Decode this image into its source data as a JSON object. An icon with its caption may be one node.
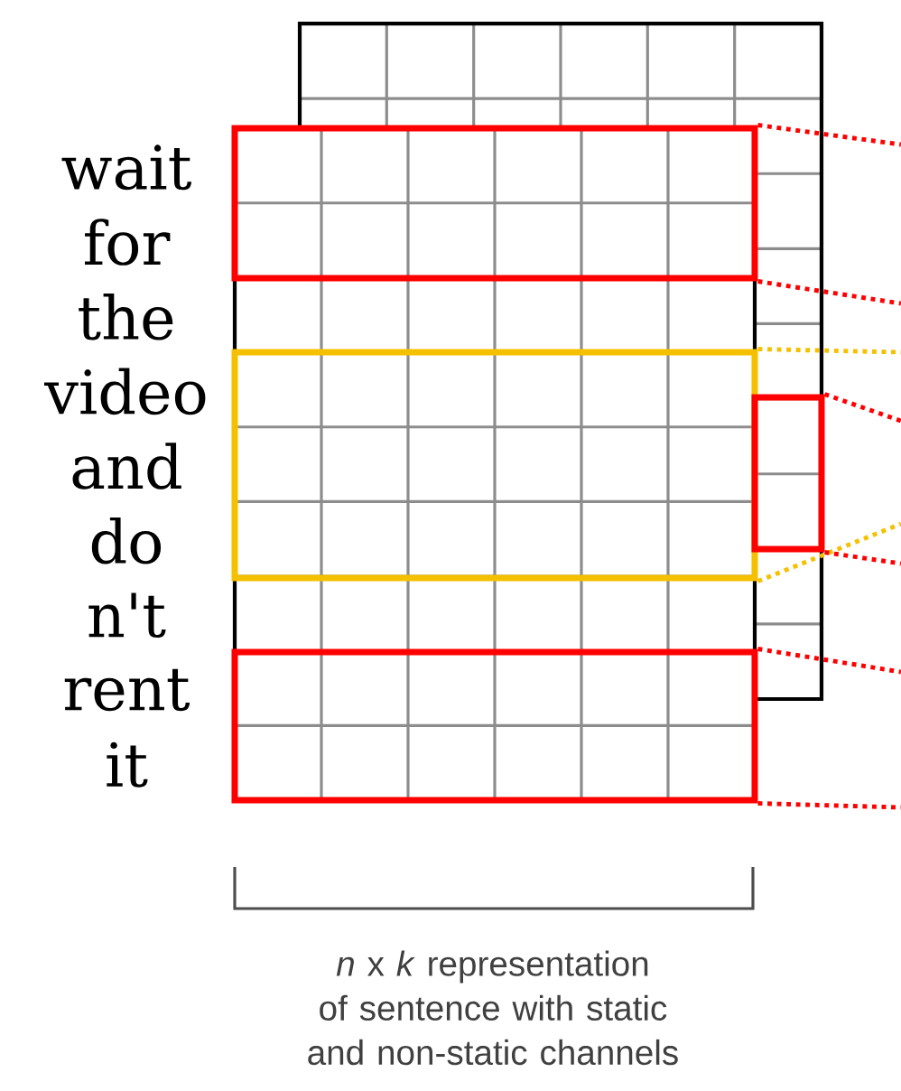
{
  "diagram": {
    "caption": "*n* x *k* representation of sentence with static and non-static channels",
    "nodes": [
      {
        "text": [],
        "shape": "box"
      },
      {
        "text": [],
        "shape": "box"
      },
      {
        "text": [],
        "shape": "box"
      },
      {
        "text": [],
        "shape": "box"
      }
    ],
    "edges": [
      {
        "from": 0,
        "to": null,
        "arrow": "none",
        "style": "dashed"
      },
      {
        "from": 0,
        "to": null,
        "arrow": "none",
        "style": "dashed"
      },
      {
        "from": 1,
        "to": null,
        "arrow": "none",
        "style": "dashed",
        "color": "#f5c000"
      },
      {
        "from": 1,
        "to": null,
        "arrow": "none",
        "style": "dashed",
        "color": "#f5c000"
      },
      {
        "from": 2,
        "to": null,
        "arrow": "none",
        "style": "dashed"
      },
      {
        "from": 2,
        "to": null,
        "arrow": "none",
        "style": "dashed"
      },
      {
        "from": 3,
        "to": null,
        "arrow": "none",
        "style": "dashed"
      },
      {
        "from": 3,
        "to": null,
        "arrow": "none",
        "style": "dashed"
      }
    ],
    "labels": [
      "wait",
      "for",
      "the",
      "video",
      "and",
      "do",
      "n't",
      "rent",
      "it"
    ]
  }
}
